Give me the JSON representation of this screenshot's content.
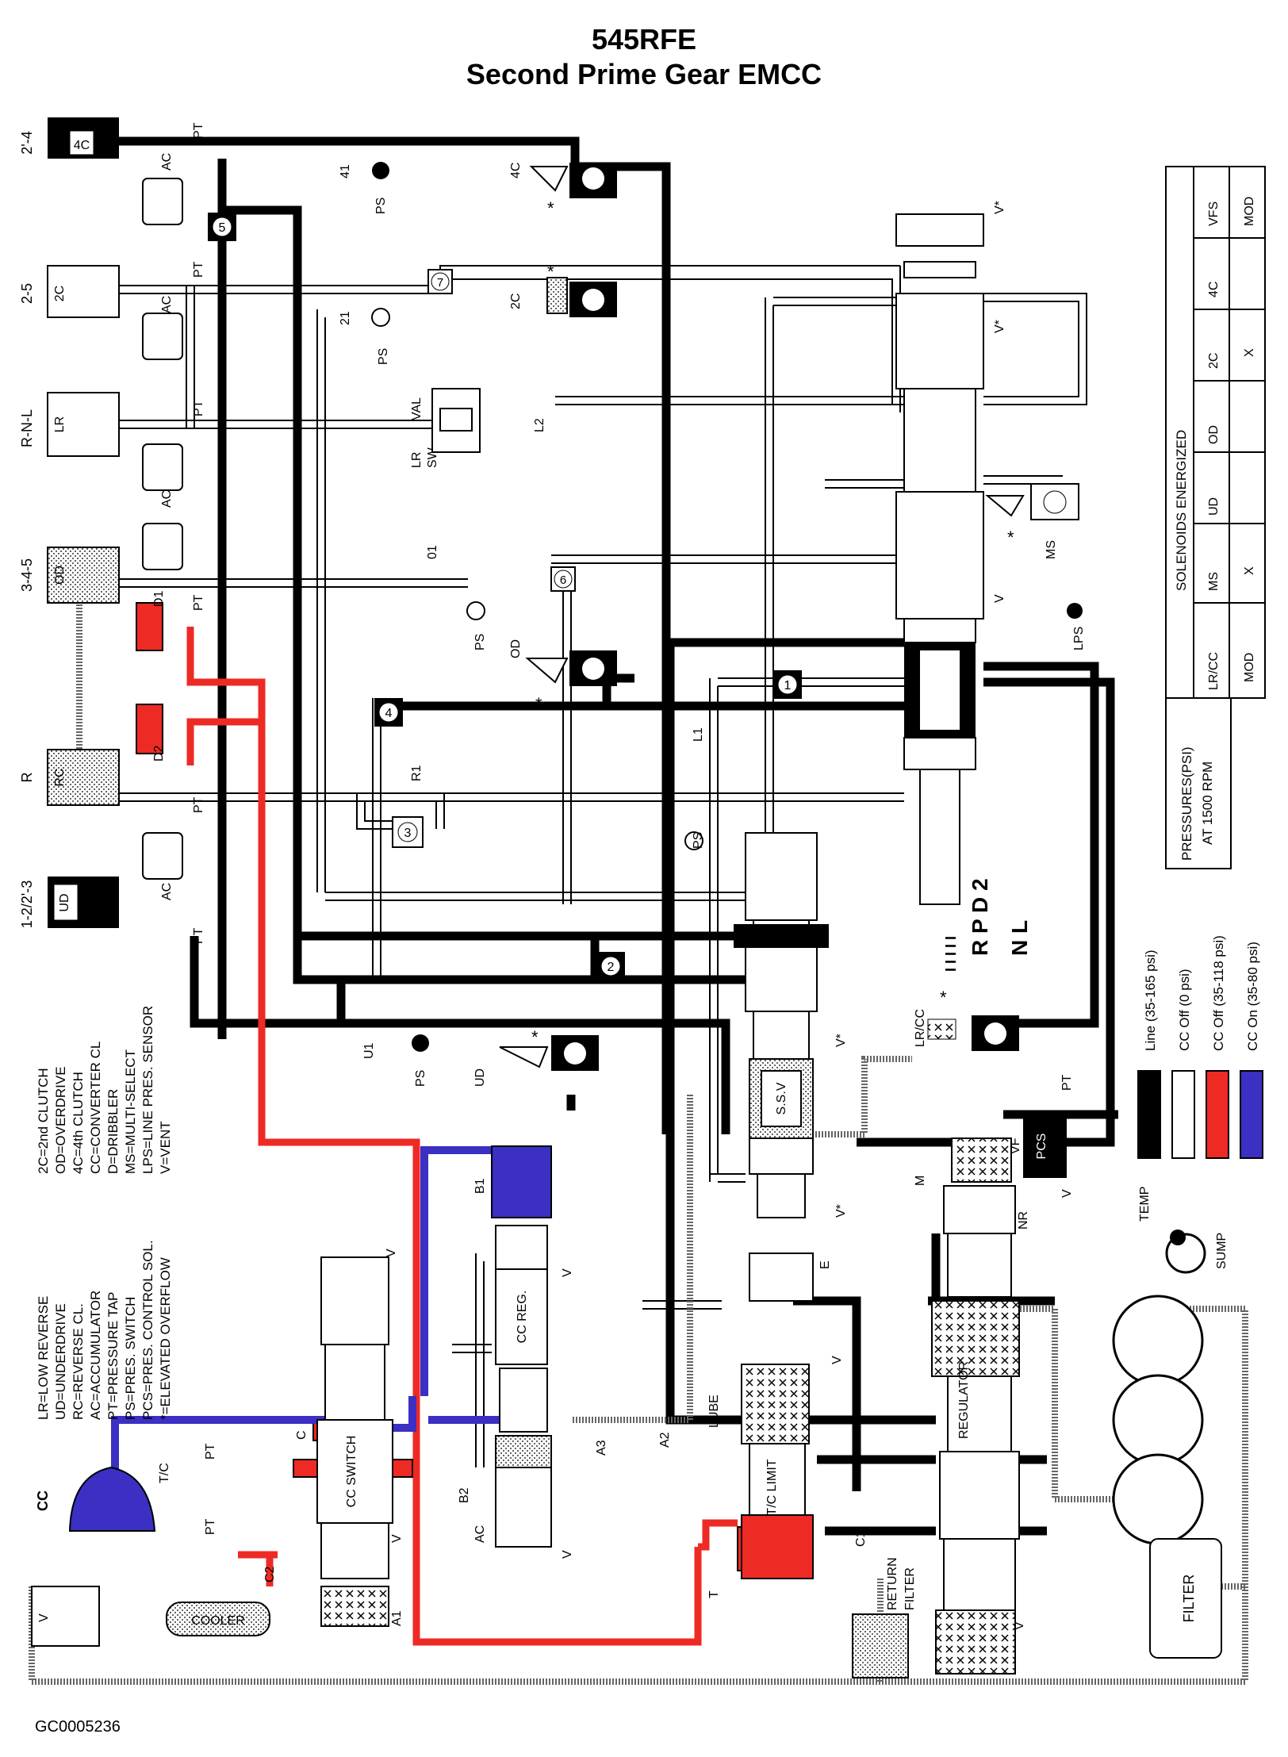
{
  "title": {
    "line1": "545RFE",
    "line2": "Second Prime Gear EMCC"
  },
  "footer_id": "GC0005236",
  "colors": {
    "line": "#000000",
    "cc_off_zero": "#ffffff",
    "cc_off": "#ee2a24",
    "cc_on": "#3b2fc4",
    "stipple": "#9a9a9a"
  },
  "clutches": [
    {
      "label": "2'-4",
      "element": "4C"
    },
    {
      "label": "2-5",
      "element": "2C"
    },
    {
      "label": "R-N-L",
      "element": "LR"
    },
    {
      "label": "3-4-5",
      "element": "OD"
    },
    {
      "label": "R",
      "element": "RC"
    },
    {
      "label": "1-2/2'-3",
      "element": "UD"
    }
  ],
  "labels": {
    "ac": "AC",
    "pt": "PT",
    "ps": "PS",
    "d1": "D1",
    "d2": "D2",
    "v": "V",
    "v_star": "V*",
    "star": "*",
    "val": "VAL",
    "lr": "LR",
    "sw": "SW",
    "l1": "L1",
    "l2": "L2",
    "o1": "01",
    "r1": "R1",
    "u1": "U1",
    "n41": "41",
    "n21": "21",
    "c_4c": "4C",
    "c_2c": "2C",
    "c_od": "OD",
    "c_ud": "UD",
    "ms": "MS",
    "lps": "LPS",
    "lr_cc": "LR/CC",
    "pcs": "PCS",
    "vf": "VF",
    "m": "M",
    "nr": "NR",
    "e": "E",
    "ssv": "S.S.V",
    "cc_reg": "CC REG.",
    "cc_switch": "CC SWITCH",
    "regulator": "REGULATOR",
    "tc_limit": "T/C LIMIT",
    "lube": "LUBE",
    "tc": "T/C",
    "cc": "CC",
    "c": "C",
    "cooler": "COOLER",
    "filter": "FILTER",
    "return_filter_1": "RETURN",
    "return_filter_2": "FILTER",
    "b1": "B1",
    "b2": "B2",
    "a1": "A1",
    "a2": "A2",
    "a3": "A3",
    "c1": "C1",
    "c2": "C2",
    "t": "T",
    "temp": "TEMP",
    "sump": "SUMP",
    "pt_right": "PT",
    "prndl_1": "R P D 2",
    "prndl_2": "N L",
    "prndl_ticks": "I I I I I"
  },
  "checkballs": [
    "1",
    "2",
    "3",
    "4",
    "5",
    "6",
    "7"
  ],
  "abbreviations": [
    "2C=2nd CLUTCH",
    "OD=OVERDRIVE",
    "4C=4th CLUTCH",
    "CC=CONVERTER CL",
    "D=DRIBBLER",
    "MS=MULTI-SELECT",
    "LPS=LINE PRES. SENSOR",
    "V=VENT",
    "LR=LOW REVERSE",
    "UD=UNDERDRIVE",
    "RC=REVERSE CL.",
    "AC=ACCUMULATOR",
    "PT=PRESSURE TAP",
    "PS=PRES. SWITCH",
    "PCS=PRES. CONTROL SOL.",
    "*=ELEVATED OVERFLOW"
  ],
  "legend": [
    {
      "label": "Line (35-165 psi)",
      "color": "#000000"
    },
    {
      "label": "CC Off (0 psi)",
      "color": "#ffffff"
    },
    {
      "label": "CC Off (35-118 psi)",
      "color": "#ee2a24"
    },
    {
      "label": "CC On (35-80 psi)",
      "color": "#3b2fc4"
    }
  ],
  "pressures_box": {
    "line1": "PRESSURES(PSI)",
    "line2": "AT 1500 RPM"
  },
  "solenoid_table": {
    "title": "SOLENOIDS ENERGIZED",
    "headers": [
      "LR/CC",
      "MS",
      "UD",
      "OD",
      "2C",
      "4C",
      "VFS"
    ],
    "values": [
      "MOD",
      "X",
      "",
      "",
      "X",
      "",
      "MOD"
    ]
  }
}
